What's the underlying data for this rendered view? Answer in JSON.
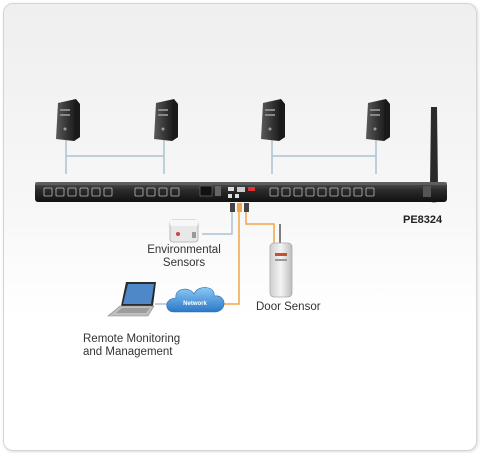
{
  "model_label": "PE8324",
  "labels": {
    "environmental_line1": "Environmental",
    "environmental_line2": "Sensors",
    "door_sensor": "Door Sensor",
    "remote_line1": "Remote Monitoring",
    "remote_line2": "and Management",
    "network_cloud": "Network"
  },
  "colors": {
    "pdu_body": "#2b2b2b",
    "server_link": "#a9c3d3",
    "sensor_link": "#f0a646",
    "network_link": "#f0a646",
    "cloud": "#3d8fd6"
  },
  "servers": [
    "server-icon",
    "server-icon",
    "server-icon",
    "server-icon"
  ]
}
